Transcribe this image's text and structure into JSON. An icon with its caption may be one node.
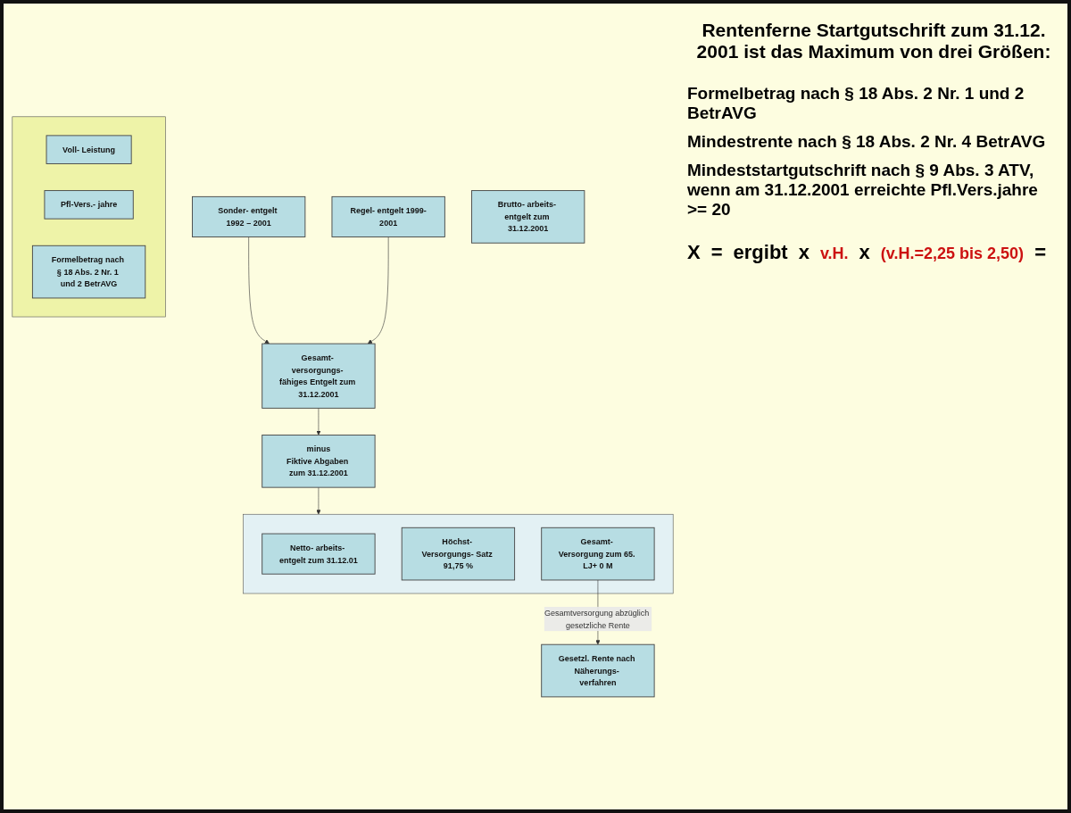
{
  "diagram": {
    "title": "Rentenferne Startgutschrift zum 31.12. 2001 ist das Maximum von drei Größen:",
    "nodes": [
      {
        "text": [
          "Sonder- entgelt 1992 – 2001"
        ]
      },
      {
        "text": [
          "Regel- entgelt 1999-2001"
        ]
      },
      {
        "text": [
          "Gesamt- versorgungs- fähiges Entgelt zum 31.12.2001"
        ]
      },
      {
        "text": [
          "Brutto- arbeits- entgelt zum 31.12.2001"
        ]
      },
      {
        "text": [
          "minus",
          "Fiktive Abgaben zum 31.12.2001"
        ]
      },
      {
        "text": [],
        "shape": "box"
      },
      {
        "text": [
          "Netto- arbeits- entgelt zum 31.12.01"
        ],
        "in": 5
      },
      {
        "text": [
          "Höchst- Versorgungs- Satz 91,75 %"
        ],
        "in": 5
      },
      {
        "text": [
          "Gesamt- Versorgung zum 65. LJ+ 0 M"
        ],
        "in": 5
      },
      {
        "text": [
          "Gesetzl. Rente nach Näherungs- verfahren"
        ]
      },
      {
        "text": [],
        "shape": "box"
      },
      {
        "text": [
          "Voll- Leistung"
        ],
        "in": 10
      },
      {
        "text": [
          "Pfl-Vers.- jahre"
        ],
        "in": 10
      },
      {
        "text": [
          "Formelbetrag nach § 18 Abs. 2 Nr. 1 und 2 BetrAVG"
        ],
        "in": 10
      }
    ],
    "edges": [
      {
        "from": 0,
        "to": 2,
        "arrow": "to"
      },
      {
        "from": 1,
        "to": 2,
        "arrow": "to"
      },
      {
        "from": 2,
        "to": 4,
        "arrow": "to"
      },
      {
        "from": 4,
        "to": 5,
        "arrow": "to"
      },
      {
        "from": 8,
        "to": 9,
        "arrow": "to",
        "label": "Gesamtversorgung abzüglich gesetzliche Rente"
      }
    ],
    "labels": [
      "Formelbetrag nach § 18 Abs. 2 Nr. 1 und 2 BetrAVG",
      "Mindestrente nach § 18 Abs. 2 Nr. 4 BetrAVG",
      "Mindeststartgutschrift nach § 9 Abs. 3 ATV, wenn am 31.12.2001 erreichte Pfl.Vers.jahre >= 20",
      "X",
      "=",
      "ergibt",
      "x",
      "v.H.",
      "x",
      "(v.H.=2,25 bis 2,50)",
      "="
    ]
  }
}
